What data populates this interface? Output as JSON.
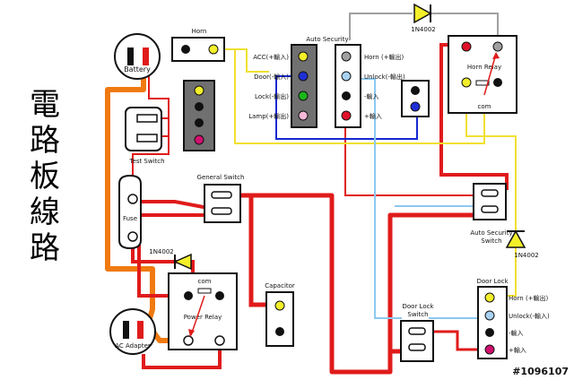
{
  "title_chars": [
    "電",
    "路",
    "板",
    "線",
    "路"
  ],
  "watermark": "#1096107",
  "components": {
    "battery": "Battery",
    "horn": "Horn",
    "test_switch": "Test Switch",
    "auto_security": "Auto Security",
    "horn_relay": "Horn Relay",
    "horn_relay_com": "com",
    "general_switch": "General Switch",
    "fuse": "Fuse",
    "power_relay": "Power Relay",
    "power_relay_com": "com",
    "capacitor": "Capacitor",
    "ac_adapter": "AC Adapter",
    "auto_security_switch_line1": "Auto Security",
    "auto_security_switch_line2": "Switch",
    "door_lock_switch_line1": "Door Lock",
    "door_lock_switch_line2": "Switch",
    "door_lock": "Door Lock"
  },
  "diodes": {
    "top": "1N4002",
    "left": "1N4002",
    "right": "1N4002"
  },
  "connector_left_pins": [
    "ACC(+輸入)",
    "Door(-輸入)",
    "Lock(-輸出)",
    "Lamp(+輸出)"
  ],
  "connector_right_pins": [
    "Horn (+輸出)",
    "Unlock(-輸出)",
    "-輸入",
    "+輸入"
  ],
  "door_lock_pins": [
    "Horn (+輸出)",
    "Unlock(-輸入)",
    "-輸入",
    "+輸入"
  ],
  "colors": {
    "red_wire": "#e01b1b",
    "orange_wire": "#f07a10",
    "yellow_wire": "#f0e030",
    "blue_wire": "#1428d0",
    "lightblue_wire": "#8cc8ee",
    "pin_yellow": "#f3ef2a",
    "pin_blue": "#1f2fd6",
    "pin_lightblue": "#a9d2f2",
    "pin_green": "#1bb51b",
    "pin_pink": "#f5b8d9",
    "pin_red": "#e0102a",
    "pin_magenta": "#d0106e",
    "connector_body": "#707070"
  }
}
